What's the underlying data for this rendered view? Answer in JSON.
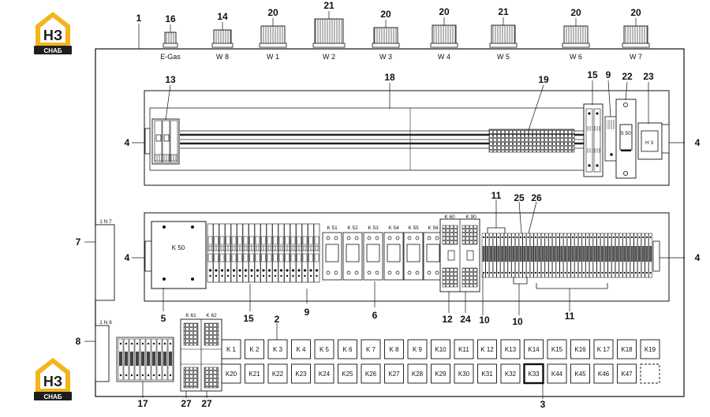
{
  "logo": {
    "letters": "НЗ",
    "caption": "СНАБ",
    "accent": "#f4b41a",
    "dark": "#1e1e1e"
  },
  "callouts": {
    "n1": "1",
    "n2": "2",
    "n3": "3",
    "n4": "4",
    "n5": "5",
    "n6": "6",
    "n7": "7",
    "n8": "8",
    "n9": "9",
    "n10": "10",
    "n11": "11",
    "n12": "12",
    "n13": "13",
    "n14": "14",
    "n15": "15",
    "n16": "16",
    "n17": "17",
    "n18": "18",
    "n19": "19",
    "n20": "20",
    "n21": "21",
    "n22": "22",
    "n23": "23",
    "n24": "24",
    "n25": "25",
    "n26": "26",
    "n27": "27"
  },
  "connectors": [
    "E-Gas",
    "W 8",
    "W 1",
    "W 2",
    "W 3",
    "W 4",
    "W 5",
    "W 6",
    "W 7"
  ],
  "connector_numbers": [
    "16",
    "14",
    "20",
    "21",
    "20",
    "20",
    "21",
    "20",
    "20"
  ],
  "strips": {
    "top": "1 N 7",
    "bottom": "1 N 8"
  },
  "components": {
    "big_relay": "K 50",
    "fuse_box": "S 50",
    "lamp": "H 3",
    "relay_row": [
      "K 51",
      "K 52",
      "K 53",
      "K 54",
      "K 55",
      "K 56"
    ],
    "small_pair_upper": [
      "K 60",
      "K 90"
    ],
    "small_pair_lower": [
      "K 61",
      "K 62"
    ]
  },
  "relays_row1": [
    "K 1",
    "K 2",
    "K 3",
    "K 4",
    "K 5",
    "K 6",
    "K 7",
    "K 8",
    "K 9",
    "K10",
    "K11",
    "K 12",
    "K13",
    "K14",
    "K15",
    "K16",
    "K 17",
    "K18",
    "K19"
  ],
  "relays_row2": [
    "K20",
    "K21",
    "K22",
    "K23",
    "K24",
    "K25",
    "K26",
    "K27",
    "K28",
    "K29",
    "K30",
    "K31",
    "K32",
    "K33",
    "K44",
    "K45",
    "K46",
    "K47",
    ""
  ]
}
